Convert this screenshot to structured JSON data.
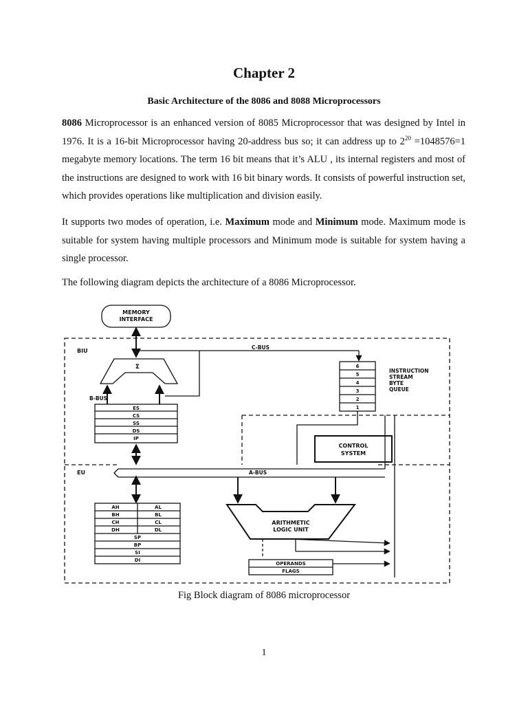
{
  "chapter": "Chapter 2",
  "subtitle": "Basic Architecture of the 8086 and 8088 Microprocessors",
  "p1": {
    "bold": "8086",
    "text_a": " Microprocessor is an enhanced version of 8085 Microprocessor that was designed by Intel in 1976. It is a 16-bit Microprocessor having 20-address bus so; it can address up to 2",
    "sup": "20",
    "text_b": " =1048576=1 megabyte memory locations.  The term 16 bit means that it’s ALU , its internal registers and most of the instructions are designed to work with 16 bit binary words.  It consists of powerful instruction set, which provides operations like multiplication and division easily."
  },
  "p2": {
    "text_a": "It supports two modes of operation, i.e. ",
    "bold_a": "Maximum",
    "text_b": " mode and ",
    "bold_b": "Minimum",
    "text_c": " mode. Maximum mode is suitable for system having multiple processors and Minimum mode is suitable for system having a single processor."
  },
  "p3": "The following diagram depicts the architecture of a 8086 Microprocessor.",
  "diagram": {
    "memory_interface": [
      "MEMORY",
      "INTERFACE"
    ],
    "biu": "BIU",
    "eu": "EU",
    "c_bus": "C-BUS",
    "b_bus": "B-BUS",
    "a_bus": "A-BUS",
    "sigma": "Σ",
    "segment_registers": [
      "ES",
      "CS",
      "SS",
      "DS",
      "IP"
    ],
    "queue_slots": [
      "6",
      "5",
      "4",
      "3",
      "2",
      "1"
    ],
    "queue_label": [
      "INSTRUCTION",
      "STREAM",
      "BYTE",
      "QUEUE"
    ],
    "control_system": [
      "CONTROL",
      "SYSTEM"
    ],
    "gp_registers": [
      [
        "AH",
        "AL"
      ],
      [
        "BH",
        "BL"
      ],
      [
        "CH",
        "CL"
      ],
      [
        "DH",
        "DL"
      ]
    ],
    "pointer_registers": [
      "SP",
      "BP",
      "SI",
      "DI"
    ],
    "alu": [
      "ARITHMETIC",
      "LOGIC UNIT"
    ],
    "operands": "OPERANDS",
    "flags": "FLAGS"
  },
  "caption": "Fig Block diagram of 8086 microprocessor",
  "page_number": "1"
}
